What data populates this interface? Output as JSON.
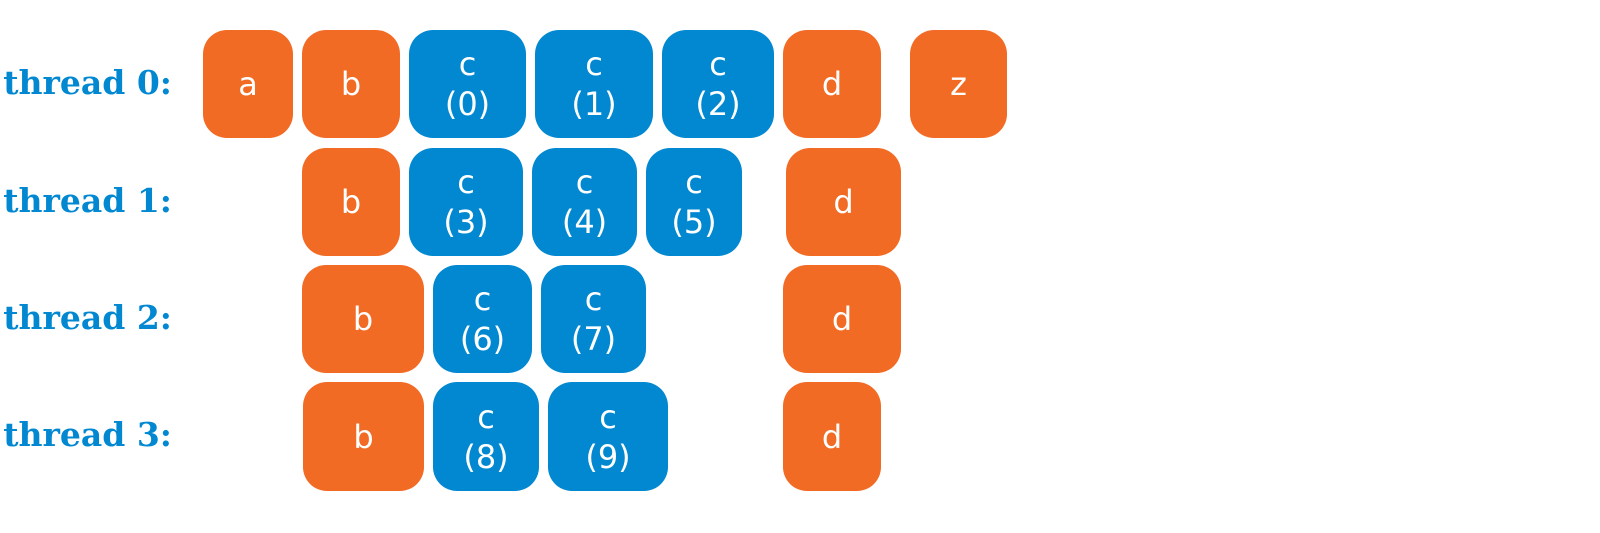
{
  "threads": [
    {
      "label": "thread 0:",
      "tasks": [
        {
          "kind": "serial",
          "name": "a",
          "index": ""
        },
        {
          "kind": "serial",
          "name": "b",
          "index": ""
        },
        {
          "kind": "parallel",
          "name": "c",
          "index": "(0)"
        },
        {
          "kind": "parallel",
          "name": "c",
          "index": "(1)"
        },
        {
          "kind": "parallel",
          "name": "c",
          "index": "(2)"
        },
        {
          "kind": "serial",
          "name": "d",
          "index": ""
        },
        {
          "kind": "serial",
          "name": "z",
          "index": ""
        }
      ]
    },
    {
      "label": "thread 1:",
      "tasks": [
        {
          "kind": "serial",
          "name": "b",
          "index": ""
        },
        {
          "kind": "parallel",
          "name": "c",
          "index": "(3)"
        },
        {
          "kind": "parallel",
          "name": "c",
          "index": "(4)"
        },
        {
          "kind": "parallel",
          "name": "c",
          "index": "(5)"
        },
        {
          "kind": "serial",
          "name": "d",
          "index": ""
        }
      ]
    },
    {
      "label": "thread 2:",
      "tasks": [
        {
          "kind": "serial",
          "name": "b",
          "index": ""
        },
        {
          "kind": "parallel",
          "name": "c",
          "index": "(6)"
        },
        {
          "kind": "parallel",
          "name": "c",
          "index": "(7)"
        },
        {
          "kind": "serial",
          "name": "d",
          "index": ""
        }
      ]
    },
    {
      "label": "thread 3:",
      "tasks": [
        {
          "kind": "serial",
          "name": "b",
          "index": ""
        },
        {
          "kind": "parallel",
          "name": "c",
          "index": "(8)"
        },
        {
          "kind": "parallel",
          "name": "c",
          "index": "(9)"
        },
        {
          "kind": "serial",
          "name": "d",
          "index": ""
        }
      ]
    }
  ],
  "colors": {
    "serial": "#f26b24",
    "parallel": "#0288d1",
    "label": "#0288d1"
  }
}
